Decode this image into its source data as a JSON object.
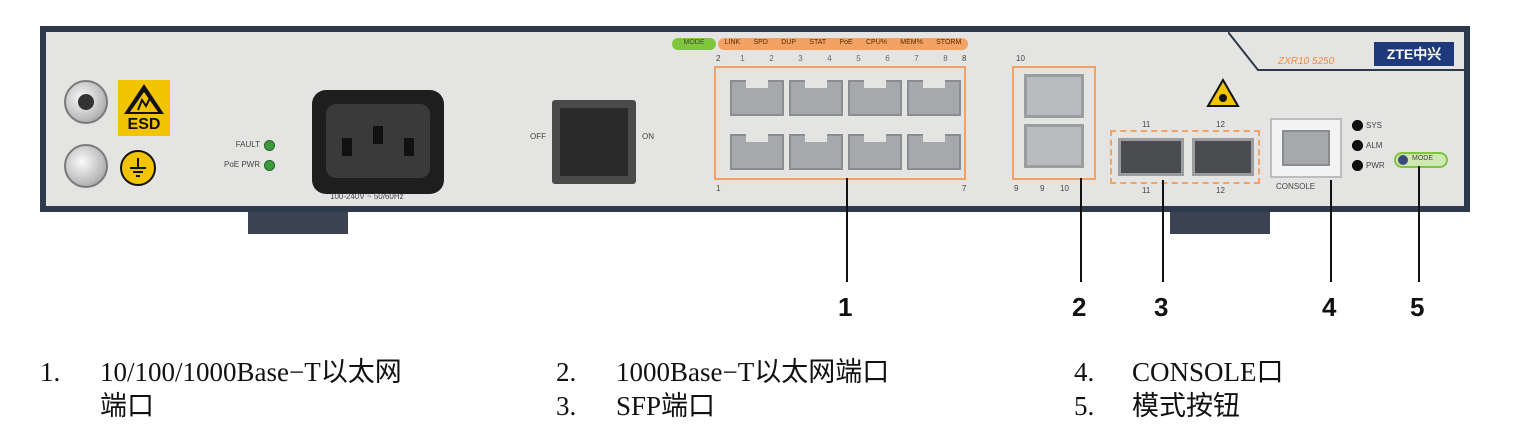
{
  "device": {
    "model": "ZXR10 5250",
    "brand": "ZTE中兴",
    "esd_label": "ESD",
    "leds": {
      "fault": "FAULT",
      "poe_pwr": "PoE PWR",
      "sys": "SYS",
      "alm": "ALM",
      "pwr": "PWR"
    },
    "power_rating": "100-240V ~ 50/60Hz",
    "switch": {
      "off": "OFF",
      "on": "ON"
    },
    "mode_row": [
      "MODE",
      "LINK",
      "SPD",
      "DUP",
      "STAT",
      "PoE",
      "CPU%",
      "MEM%",
      "STORM"
    ],
    "port_numbers": {
      "p1": "1",
      "p2": "2",
      "p7": "7",
      "p8": "8",
      "p9": "9",
      "p10": "10",
      "p11": "11",
      "p12": "12"
    },
    "led_index_top": [
      "1",
      "2",
      "3",
      "4",
      "5",
      "6",
      "7",
      "8"
    ],
    "led_index_combo": [
      "9",
      "10"
    ],
    "led_index_sfp": [
      "11",
      "12"
    ],
    "console_label": "CONSOLE",
    "mode_button": "MODE"
  },
  "callouts": [
    "1",
    "2",
    "3",
    "4",
    "5"
  ],
  "legend": {
    "item1_num": "1.",
    "item1_line1": "10/100/1000Base−T以太网",
    "item1_line2": "端口",
    "item2_num": "2.",
    "item2": "1000Base−T以太网端口",
    "item3_num": "3.",
    "item3": "SFP端口",
    "item4_num": "4.",
    "item4": "CONSOLE口",
    "item5_num": "5.",
    "item5": "模式按钮"
  },
  "colors": {
    "frame": "#2d3a4c",
    "panel": "#e4e5e3",
    "highlight": "#f3a263",
    "led_green": "#3b9a3b",
    "mode_green": "#7fc63c"
  }
}
